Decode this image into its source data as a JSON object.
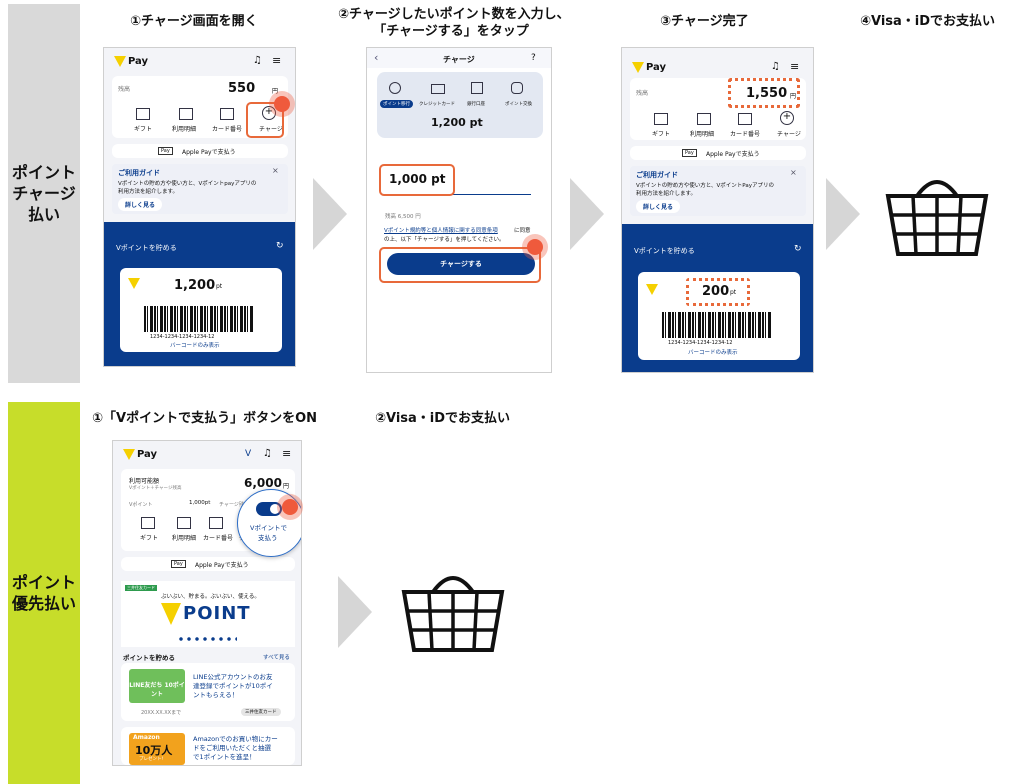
{
  "sections": [
    {
      "label": "ポイント\nチャージ\n払い"
    },
    {
      "label": "ポイント\n優先払い"
    }
  ],
  "captions": {
    "c1": "①チャージ画面を開く",
    "c2a": "②チャージしたいポイント数を入力し、",
    "c2b": "「チャージする」をタップ",
    "c3": "③チャージ完了",
    "c4": "④Visa・iDでお支払い",
    "d1": "①「Vポイントで支払う」ボタンをON",
    "d2": "②Visa・iDでお支払い"
  },
  "screen1": {
    "logo": "Pay",
    "balance_label": "残高",
    "balance": "550",
    "yen": "円",
    "menu": [
      "ギフト",
      "利用明細",
      "カード番号",
      "チャージ"
    ],
    "applepay": "Apple Payで支払う",
    "applepay_tag": "Pay",
    "guide_title": "ご利用ガイド",
    "guide_text1": "Vポイントの貯め方や使い方と、Vポイントpayアプリの",
    "guide_text2": "利用方法を紹介します。",
    "guide_button": "詳しく見る",
    "save_bar": "Vポイントを貯める",
    "points": "1,200",
    "pt": "pt",
    "barcode_num": "1234-1234-1234-1234-12",
    "barcode_only": "バーコードのみ表示"
  },
  "screen2": {
    "title": "チャージ",
    "tabs": [
      "ポイント移行",
      "クレジットカード",
      "銀行口座",
      "ポイント交換"
    ],
    "available": "1,200 pt",
    "input": "1,000 pt",
    "remaining": "残高 6,500 円",
    "terms1": "Vポイント規約等と個人情報に関する同意条項",
    "terms_tail": "に同意",
    "terms2": "の上、以下「チャージする」を押してください。",
    "button": "チャージする"
  },
  "screen3": {
    "logo": "Pay",
    "balance_label": "残高",
    "balance": "1,550",
    "yen": "円",
    "menu": [
      "ギフト",
      "利用明細",
      "カード番号",
      "チャージ"
    ],
    "applepay": "Apple Payで支払う",
    "applepay_tag": "Pay",
    "guide_title": "ご利用ガイド",
    "guide_text1": "Vポイントの貯め方や使い方と、VポイントPayアプリの",
    "guide_text2": "利用方法を紹介します。",
    "guide_button": "詳しく見る",
    "save_bar": "Vポイントを貯める",
    "points": "200",
    "pt": "pt",
    "barcode_num": "1234-1234-1234-1234-12",
    "barcode_only": "バーコードのみ表示"
  },
  "screen4": {
    "logo": "Pay",
    "available_label": "利用可能額",
    "available_sub": "Vポイント＋チャージ残高",
    "available": "6,000",
    "yen": "円",
    "vpoint_label": "Vポイント",
    "vpoint_value": "1,000pt",
    "charge_label": "チャージ残高",
    "menu": [
      "ギフト",
      "利用明細",
      "カード番号",
      "チ"
    ],
    "toggle_label1": "Vポイントで",
    "toggle_label2": "支払う",
    "applepay": "Apple Payで支払う",
    "applepay_tag": "Pay",
    "banner_tag": "三井住友カード",
    "banner_sub": "ぶいぶい、貯まる。ぶいぶい、使える。",
    "banner_logo": "POINT",
    "save_title": "ポイントを貯める",
    "see_all": "すべて見る",
    "promo1_img": "LINE友だち 10ポイント",
    "promo1_text1": "LINE公式アカウントのお友",
    "promo1_text2": "達登録でポイントが10ポイ",
    "promo1_text3": "ントもらえる！",
    "promo1_date": "20XX.XX.XXまで",
    "promo1_tag": "三井住友カード",
    "promo2_img1": "Amazon",
    "promo2_img2": "10万人",
    "promo2_img3": "プレゼント!",
    "promo2_text1": "Amazonでのお買い物にカー",
    "promo2_text2": "ドをご利用いただくと抽選",
    "promo2_text3": "で1ポイントを進呈！"
  }
}
